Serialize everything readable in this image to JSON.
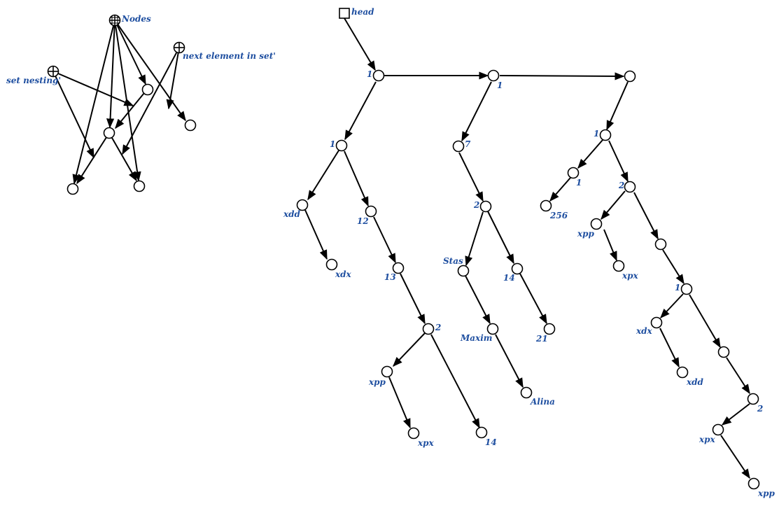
{
  "legend": {
    "nodes_label": "Nodes",
    "next_label": "next element in set'",
    "nesting_label": "set nesting'"
  },
  "tree": {
    "head_label": "head",
    "labels": {
      "n1": "1",
      "n2": "1",
      "c1": "1",
      "c1a": "xdd",
      "c1ax": "xdx",
      "c1b": "12",
      "c1b13": "13",
      "c1b2": "2",
      "c1bxpp": "xpp",
      "c1bxpx": "xpx",
      "c1b14": "14",
      "c2": "7",
      "c2a": "2",
      "c2stas": "Stas",
      "c2maxim": "Maxim",
      "c2alina": "Alina",
      "c2_14": "14",
      "c2_21": "21",
      "c3": "1",
      "c3a": "1",
      "c3a256": "256",
      "c3b": "2",
      "c3bxpp": "xpp",
      "c3bxpx": "xpx",
      "c3d": "1",
      "c3dxdx": "xdx",
      "c3dxdd": "xdd",
      "c3f": "2",
      "c3fxpx": "xpx",
      "c3fxpp": "xpp"
    }
  }
}
